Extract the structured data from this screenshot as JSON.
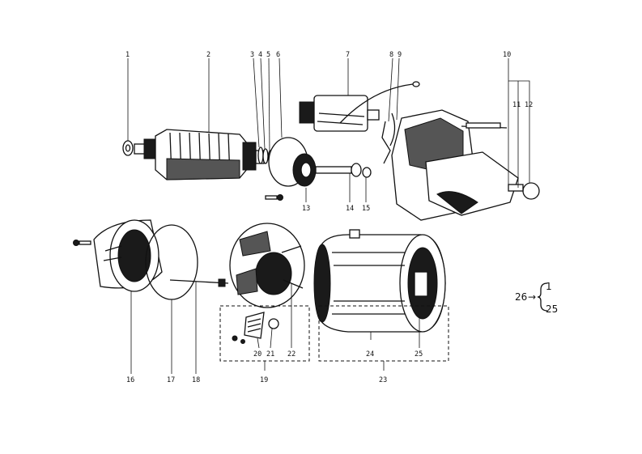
{
  "callouts": {
    "n1": "1",
    "n2": "2",
    "n3": "3",
    "n4": "4",
    "n5": "5",
    "n6": "6",
    "n7": "7",
    "n8": "8",
    "n9": "9",
    "n10": "10",
    "n11": "11",
    "n12": "12",
    "n13": "13",
    "n14": "14",
    "n15": "15",
    "n16": "16",
    "n17": "17",
    "n18": "18",
    "n19": "19",
    "n20": "20",
    "n21": "21",
    "n22": "22",
    "n23": "23",
    "n24": "24",
    "n25": "25"
  },
  "legend": {
    "set": "26",
    "arrow": "→",
    "from": "1",
    "to": "25"
  }
}
